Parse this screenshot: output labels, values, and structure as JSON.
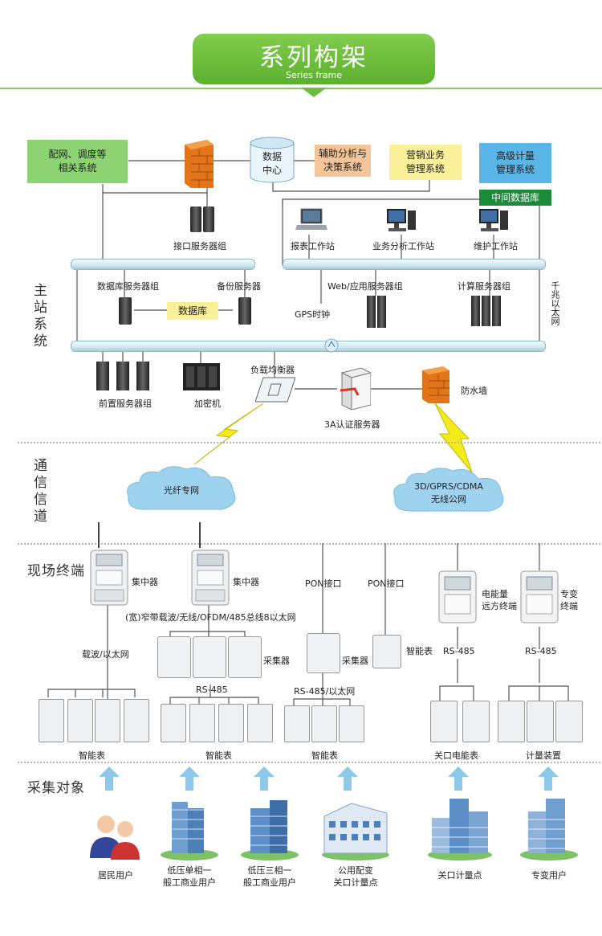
{
  "header": {
    "title": "系列构架",
    "subtitle": "Series frame"
  },
  "colors": {
    "accent_green": "#6cbf3e",
    "header_line": "#8fcf5d",
    "arrow_blue": "#8ec8ea"
  },
  "sections": {
    "master": "主站系统",
    "comm": "通信信道",
    "field": "现场终端",
    "objects": "采集对象"
  },
  "top_systems": {
    "dispatch": [
      "配网、调度等",
      "相关系统"
    ],
    "datacenter": [
      "数据",
      "中心"
    ],
    "decision": [
      "辅助分析与",
      "决策系统"
    ],
    "marketing": [
      "营销业务",
      "管理系统"
    ],
    "metering": [
      "高级计量",
      "管理系统"
    ],
    "middle_db": "中间数据库"
  },
  "master": {
    "interface_servers": "接口服务器组",
    "report_ws": "报表工作站",
    "analysis_ws": "业务分析工作站",
    "maintain_ws": "维护工作站",
    "db_servers": "数据库服务器组",
    "backup_servers": "备份服务器",
    "database": "数据库",
    "web_servers": "Web/应用服务器组",
    "calc_servers": "计算服务器组",
    "gps": "GPS时钟",
    "gigabit": "千兆以太网",
    "front_servers": "前置服务器组",
    "encryptor": "加密机",
    "load_balancer": "负载均衡器",
    "auth_server": "3A认证服务器",
    "firewall": "防水墙"
  },
  "comm": {
    "fiber": "光纤专网",
    "wireless": [
      "3D/GPRS/CDMA",
      "无线公网"
    ]
  },
  "field": {
    "concentrator1": "集中器",
    "concentrator2": "集中器",
    "bus_label": "(宽)窄带载波/无线/OFDM/485总线8以太网",
    "carrier": "载波/以太网",
    "collector1": "采集器",
    "collector2": "采集器",
    "rs485_1": "RS-485",
    "rs485_eth": "RS-485/以太网",
    "pon1": "PON接口",
    "pon2": "PON接口",
    "smart_meter": "智能表",
    "energy_terminal": [
      "电能量",
      "远方终端"
    ],
    "special_terminal": [
      "专变",
      "终端"
    ],
    "rs485_3": "RS-485",
    "rs485_4": "RS-485",
    "meters_1": "智能表",
    "meters_2": "智能表",
    "meters_3": "智能表",
    "gate_meters": "关口电能表",
    "metering_device": "计量装置"
  },
  "objects": [
    {
      "label": [
        "居民用户"
      ],
      "icon": "residents-icon"
    },
    {
      "label": [
        "低压单相一",
        "般工商业用户"
      ],
      "icon": "building-icon"
    },
    {
      "label": [
        "低压三相一",
        "般工商业用户"
      ],
      "icon": "building-icon"
    },
    {
      "label": [
        "公用配变",
        "关口计量点"
      ],
      "icon": "building-icon"
    },
    {
      "label": [
        "关口计量点"
      ],
      "icon": "building-icon"
    },
    {
      "label": [
        "专变用户"
      ],
      "icon": "building-icon"
    }
  ]
}
